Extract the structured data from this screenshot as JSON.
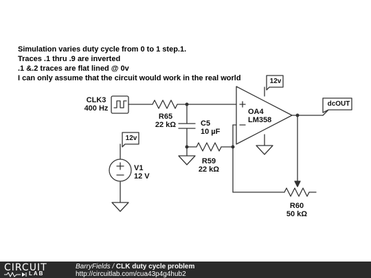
{
  "description": {
    "line1": "Simulation varies duty cycle from 0 to 1 step.1.",
    "line2": "Traces .1 thru .9 are inverted",
    "line3": " .1 &.2 traces are flat lined @ 0v",
    "line4": "I can only assume that the circuit would work in the real world"
  },
  "components": {
    "clk": {
      "name": "CLK3",
      "value": "400 Hz"
    },
    "r65": {
      "name": "R65",
      "value": "22 kΩ"
    },
    "c5": {
      "name": "C5",
      "value": "10 µF"
    },
    "r59": {
      "name": "R59",
      "value": "22 kΩ"
    },
    "r60": {
      "name": "R60",
      "value": "50 kΩ"
    },
    "v1": {
      "name": "V1",
      "value": "12 V"
    },
    "opamp": {
      "name": "OA4",
      "part": "LM358"
    },
    "net_12v": "12v",
    "output": "dcOUT"
  },
  "footer": {
    "logo_top": "CIRCUIT",
    "logo_bottom": "LAB",
    "author": "BarryFields",
    "separator": " / ",
    "title": "CLK duty cycle problem",
    "url": "http://circuitlab.com/cua43p4g4hub2"
  },
  "colors": {
    "wire": "#333333",
    "footer_bg": "#2b2b2b"
  }
}
